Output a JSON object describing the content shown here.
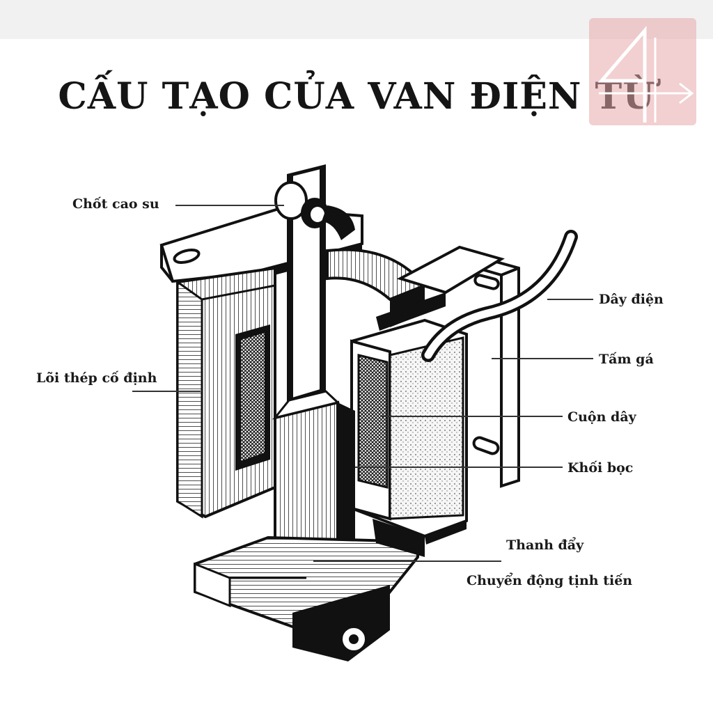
{
  "title": "CẤU TẠO CỦA VAN ĐIỆN TỪ",
  "labels": {
    "rubber_pin": "Chốt cao su",
    "fixed_core": "Lõi thép cố định",
    "wire": "Dây điện",
    "mount_plate": "Tấm gá",
    "coil": "Cuộn dây",
    "housing": "Khối bọc",
    "push_rod": "Thanh đẩy",
    "linear_motion": "Chuyển động tịnh tiến"
  },
  "colors": {
    "ink": "#151515",
    "logo": "#e8a7a9",
    "paper": "#ffffff"
  },
  "icons": {
    "logo": "brand-logo-icon"
  }
}
